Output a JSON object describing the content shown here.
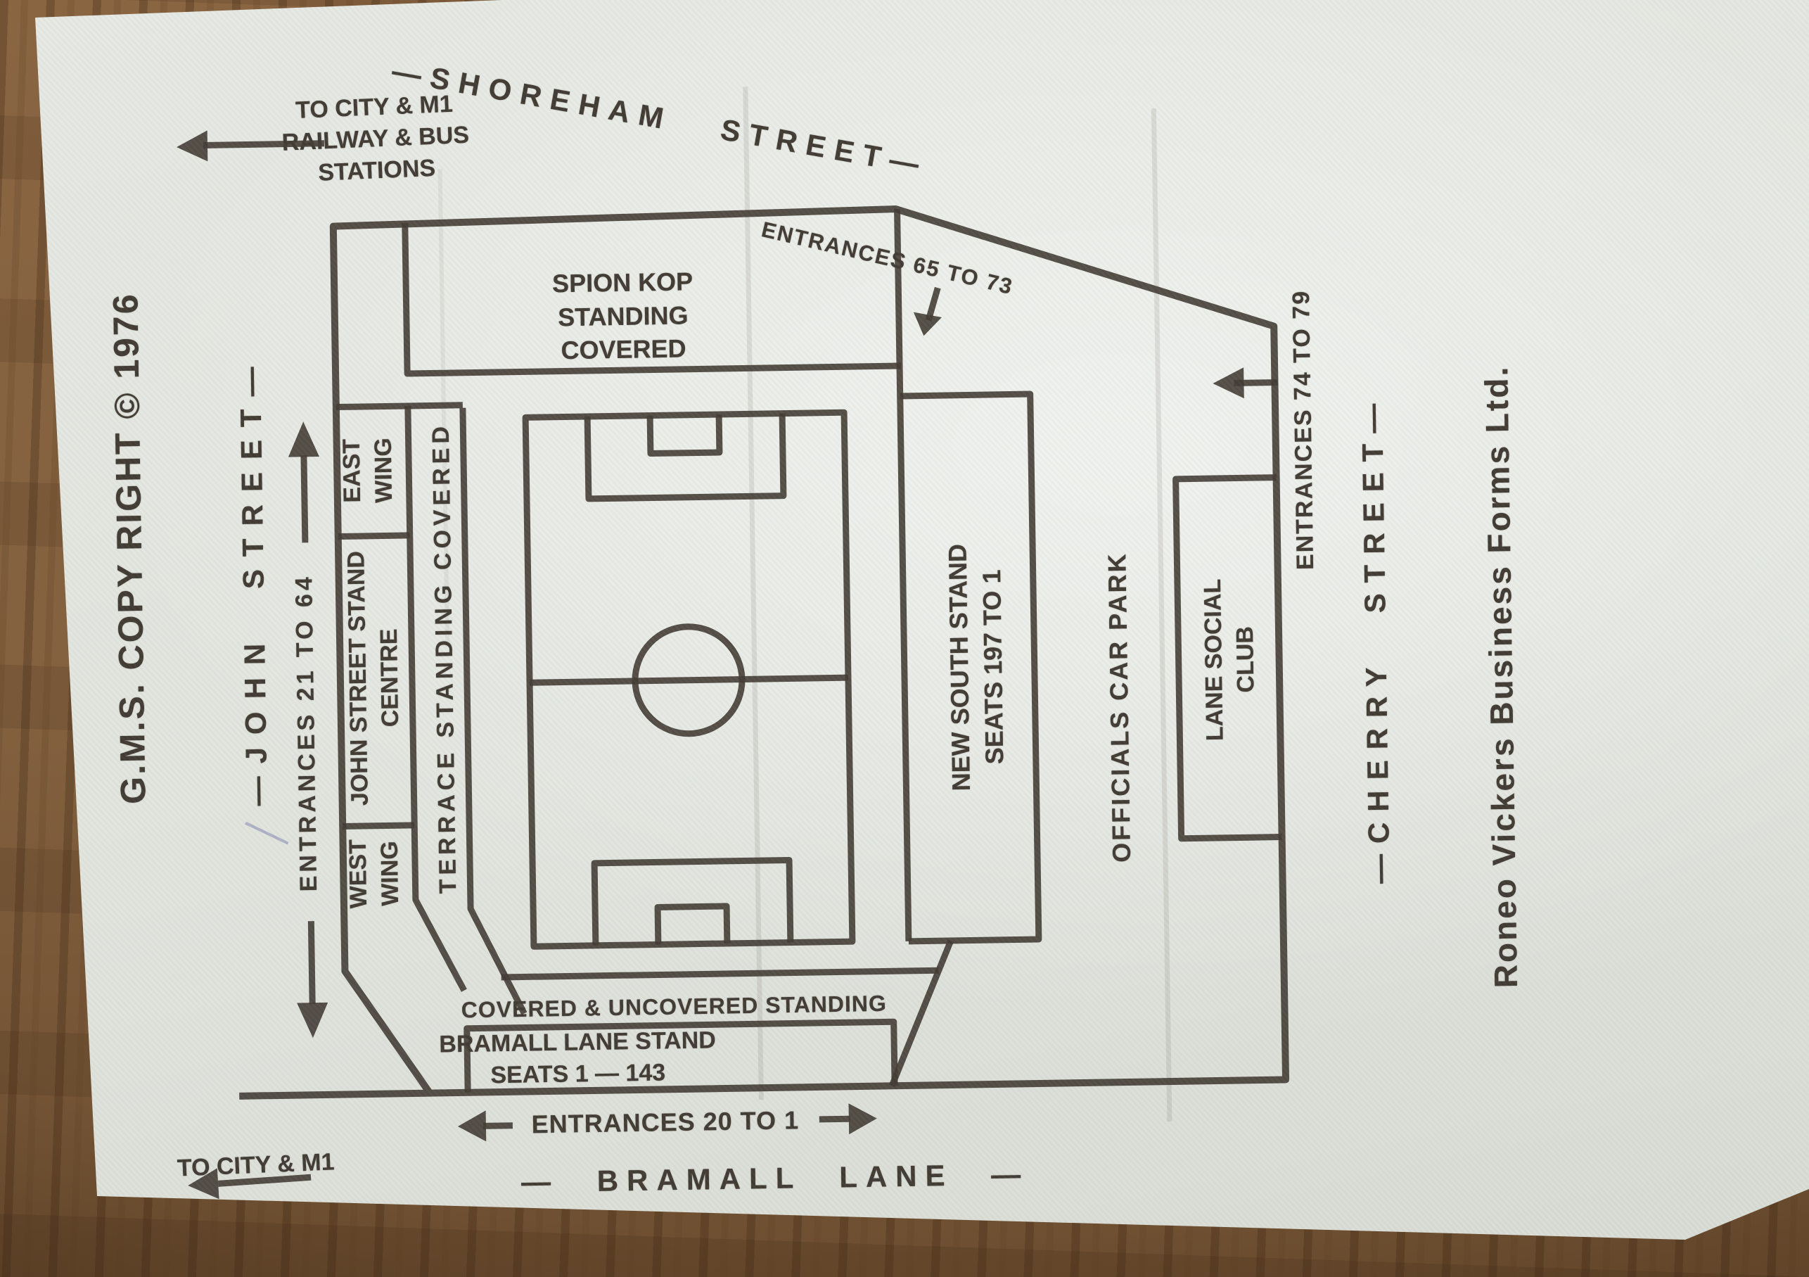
{
  "meta": {
    "kind": "printed football ground plan card photographed on wood",
    "year_shown": "1976"
  },
  "colors": {
    "ink": "#3f3931",
    "card": "#e2e5df",
    "wood": "#83613f"
  },
  "streets": {
    "shoreham": "—SHOREHAM STREET—",
    "john": "—JOHN STREET—",
    "cherry": "—CHERRY STREET—",
    "bramall": "— BRAMALL LANE —"
  },
  "directions": {
    "top_left_line1": "TO CITY & M1",
    "top_left_line2": "RAILWAY & BUS",
    "top_left_line3": "STATIONS",
    "bottom_left": "TO CITY & M1"
  },
  "entrances": {
    "north": "ENTRANCES 65 TO 73",
    "west": "ENTRANCES 21 TO 64",
    "east": "ENTRANCES 74 TO 79",
    "south": "ENTRANCES 20 TO 1"
  },
  "stands": {
    "spion_kop_line1": "SPION KOP",
    "spion_kop_line2": "STANDING",
    "spion_kop_line3": "COVERED",
    "east_wing_line1": "EAST",
    "east_wing_line2": "WING",
    "john_street_stand_line1": "JOHN STREET STAND",
    "john_street_stand_line2": "CENTRE",
    "west_wing_line1": "WEST",
    "west_wing_line2": "WING",
    "terrace": "TERRACE STANDING COVERED",
    "new_south_line1": "NEW SOUTH STAND",
    "new_south_line2": "SEATS 197 TO 1",
    "covered_uncovered": "COVERED & UNCOVERED STANDING",
    "bramall_stand_line1": "BRAMALL LANE STAND",
    "bramall_stand_line2": "SEATS 1 — 143"
  },
  "facilities": {
    "car_park": "OFFICIALS CAR PARK",
    "social_club_line1": "LANE SOCIAL",
    "social_club_line2": "CLUB"
  },
  "credits": {
    "copyright": "G.M.S. COPY RIGHT © 1976",
    "printer": "Roneo Vickers Business Forms Ltd."
  }
}
